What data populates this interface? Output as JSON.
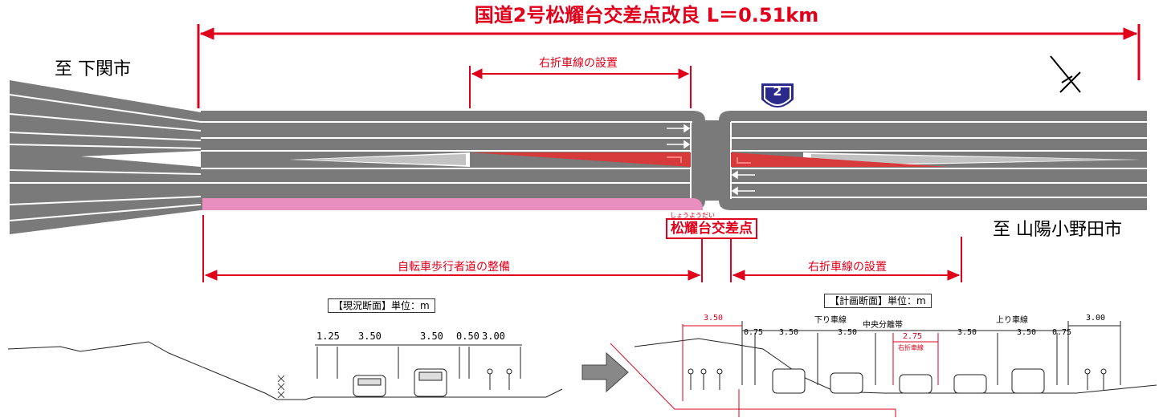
{
  "title": "国道2号松耀台交差点改良 L＝0.51km",
  "cities": {
    "west": "至 下関市",
    "east": "至 山陽小野田市"
  },
  "dims": {
    "right_turn_west": "右折車線の設置",
    "right_turn_east": "右折車線の設置",
    "bike_path": "自転車歩行者道の整備"
  },
  "intersection": {
    "ruby": "しょうようだい",
    "name": "松耀台交差点"
  },
  "route_number": "2",
  "colors": {
    "accent": "#e0001b",
    "road": "#7a7a7a",
    "right_turn": "#d63a3a",
    "bike_path": "#e88fc0",
    "shield": "#2a2a8a"
  },
  "existing_section": {
    "label": "【現況断面】単位：m",
    "widths": [
      "1.25",
      "3.50",
      "3.50",
      "0.50",
      "3.00"
    ]
  },
  "planned_section": {
    "label": "【計画断面】単位：m",
    "group_down": "下り車線",
    "group_median": "中央分離帯",
    "group_up": "上り車線",
    "w_sidewalk_left": "3.50",
    "w_shoulder_left": "0.75",
    "w_lane1": "3.50",
    "w_lane2": "3.50",
    "w_median": "2.75",
    "median_note": "右折車線",
    "w_lane3": "3.50",
    "w_lane4": "3.50",
    "w_shoulder_right": "0.75",
    "w_sidewalk_right": "3.00"
  }
}
